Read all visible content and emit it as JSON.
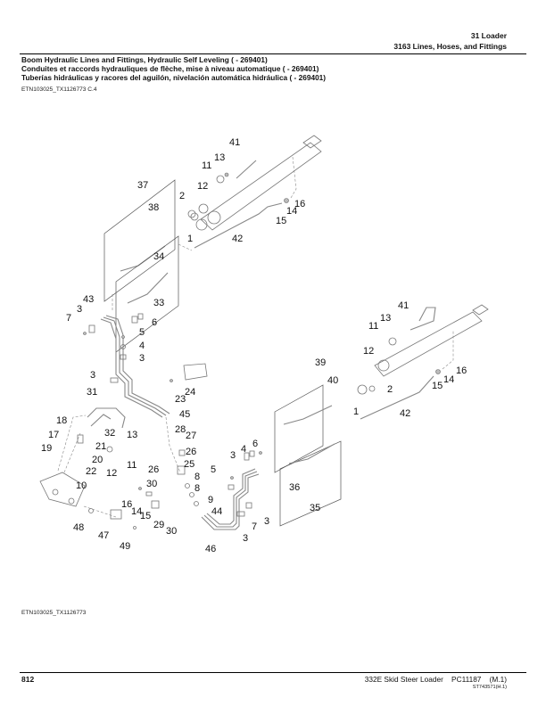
{
  "header": {
    "section": "31 Loader",
    "group": "3163 Lines, Hoses, and Fittings"
  },
  "title": {
    "en": "Boom Hydraulic Lines and Fittings, Hydraulic Self Leveling ( - 269401)",
    "fr": "Conduites et raccords hydrauliques de flèche, mise à niveau automatique ( - 269401)",
    "es": "Tuberías hidráulicas y racores del aguilón, nivelación automática hidráulica ( - 269401)"
  },
  "reference_top": "ETN103025_TX1126773 C.4",
  "reference_bottom": "ETN103025_TX1126773",
  "diagram": {
    "callouts": {
      "c41a": "41",
      "c13a": "13",
      "c11a": "11",
      "c12a": "12",
      "c2a": "2",
      "c1a": "1",
      "c42a": "42",
      "c16a": "16",
      "c14a": "14",
      "c15a": "15",
      "c37": "37",
      "c38": "38",
      "c34": "34",
      "c33": "33",
      "c43": "43",
      "c3a": "3",
      "c7a": "7",
      "c6a": "6",
      "c5a": "5",
      "c4a": "4",
      "c3b": "3",
      "c3c": "3",
      "c23": "23",
      "c24": "24",
      "c31": "31",
      "c45": "45",
      "c18": "18",
      "c32": "32",
      "c13b": "13",
      "c17": "17",
      "c21": "21",
      "c19": "19",
      "c20": "20",
      "c11b": "11",
      "c22": "22",
      "c12b": "12",
      "c10": "10",
      "c28": "28",
      "c27": "27",
      "c26a": "26",
      "c25": "25",
      "c26b": "26",
      "c8a": "8",
      "c8b": "8",
      "c9": "9",
      "c30a": "30",
      "c16b": "16",
      "c14b": "14",
      "c15b": "15",
      "c29": "29",
      "c30b": "30",
      "c44": "44",
      "c46": "46",
      "c48": "48",
      "c47": "47",
      "c49": "49",
      "c41b": "41",
      "c13c": "13",
      "c11c": "11",
      "c12c": "12",
      "c39": "39",
      "c40": "40",
      "c2b": "2",
      "c1b": "1",
      "c42b": "42",
      "c16c": "16",
      "c14c": "14",
      "c15c": "15",
      "c6b": "6",
      "c4b": "4",
      "c3d": "3",
      "c5b": "5",
      "c36": "36",
      "c35": "35",
      "c7b": "7",
      "c3e": "3",
      "c3f": "3"
    }
  },
  "footer": {
    "page_number": "812",
    "product": "332E Skid Steer Loader    PC11187    (M.1)",
    "code": "ST743571(H.1)"
  }
}
